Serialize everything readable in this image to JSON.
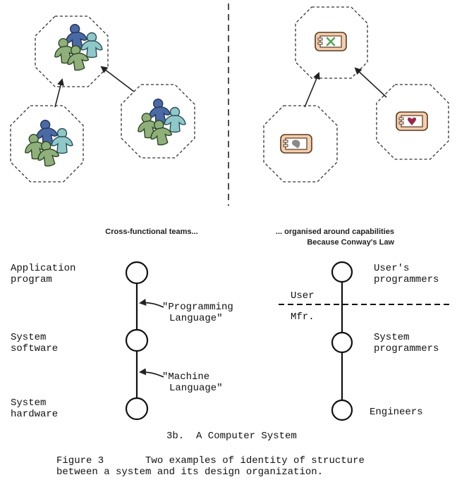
{
  "top": {
    "left_caption": "Cross-functional teams...",
    "right_caption_line1": "... organised around capabilities",
    "right_caption_line2": "Because Conway's Law",
    "colors": {
      "person_blue": "#4a6aa5",
      "person_green": "#8fb07a",
      "person_teal": "#8fc8c8",
      "component_fill": "#f3cfae",
      "capability_green": "#5aa35a",
      "capability_gray": "#8a8a8a",
      "capability_red": "#9a2a4a"
    },
    "icons": {
      "top_left_node": "team-icon",
      "bottom_left_node": "team-icon",
      "bottom_right_node": "team-icon",
      "top_right_node": "component-icon-x",
      "mid_left_node": "component-icon-blob",
      "mid_right_node": "component-icon-heart"
    }
  },
  "figure": {
    "left_labels": {
      "application_1": "Application",
      "application_2": "program",
      "software_1": "System",
      "software_2": "software",
      "hardware_1": "System",
      "hardware_2": "hardware"
    },
    "left_annotations": {
      "prog_lang_1": "\"Programming",
      "prog_lang_2": "Language\"",
      "mach_lang_1": "\"Machine",
      "mach_lang_2": "Language\""
    },
    "right_labels": {
      "users_1": "User's",
      "users_2": "programmers",
      "user": "User",
      "mfr": "Mfr.",
      "sysprog_1": "System",
      "sysprog_2": "programmers",
      "engineers": "Engineers"
    },
    "subtitle": "3b.  A Computer System",
    "caption_line1": "Figure 3       Two examples of identity of structure",
    "caption_line2": "between a system and its design organization."
  }
}
